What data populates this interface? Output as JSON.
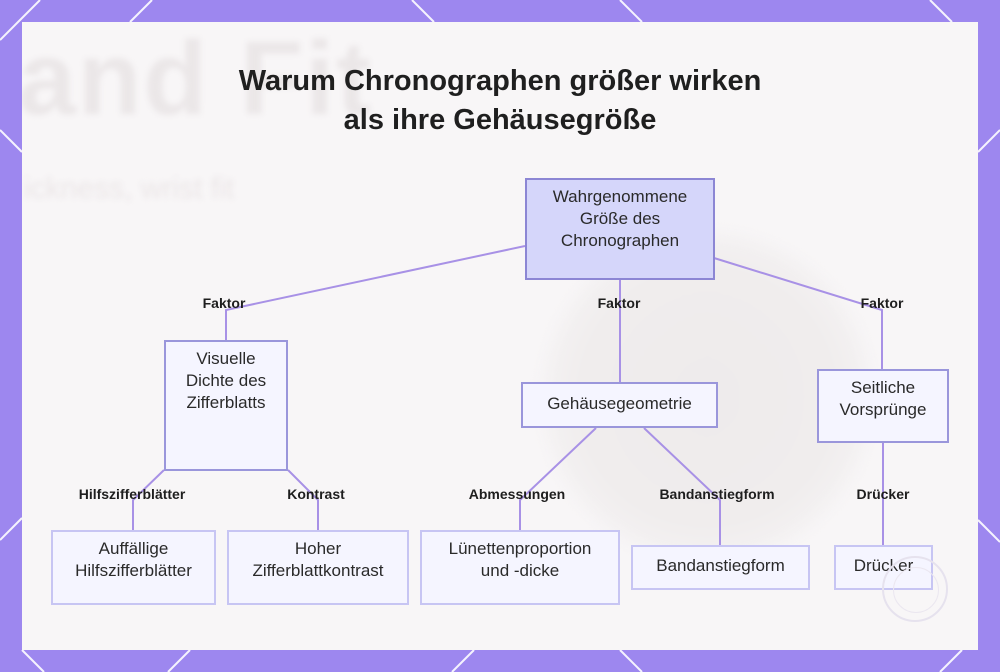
{
  "title": {
    "line1": "Warum Chronographen größer wirken",
    "line2": "als ihre Gehäusegröße"
  },
  "nodes": {
    "root": "Wahrgenommene Größe des Chronographen",
    "dial": "Visuelle Dichte des Zifferblatts",
    "case": "Gehäusegeometrie",
    "side": "Seitliche Vorsprünge",
    "subdials": "Auffällige Hilfszifferblätter",
    "contrast": "Hoher Zifferblattkontrast",
    "bezel": "Lünettenproportion und -dicke",
    "lugs": "Bandanstiegform",
    "pushers": "Drücker"
  },
  "edges": {
    "dial": "Faktor",
    "case": "Faktor",
    "side": "Faktor",
    "subdials": "Hilfszifferblätter",
    "contrast": "Kontrast",
    "bezel": "Abmessungen",
    "lugs": "Bandanstiegform",
    "pushers": "Drücker"
  },
  "colors": {
    "frame": "#9d87ef",
    "card": "#f8f6f7",
    "root_fill": "#d5d6fa",
    "node_fill": "#f5f5ff",
    "connector": "#a891e6"
  }
}
